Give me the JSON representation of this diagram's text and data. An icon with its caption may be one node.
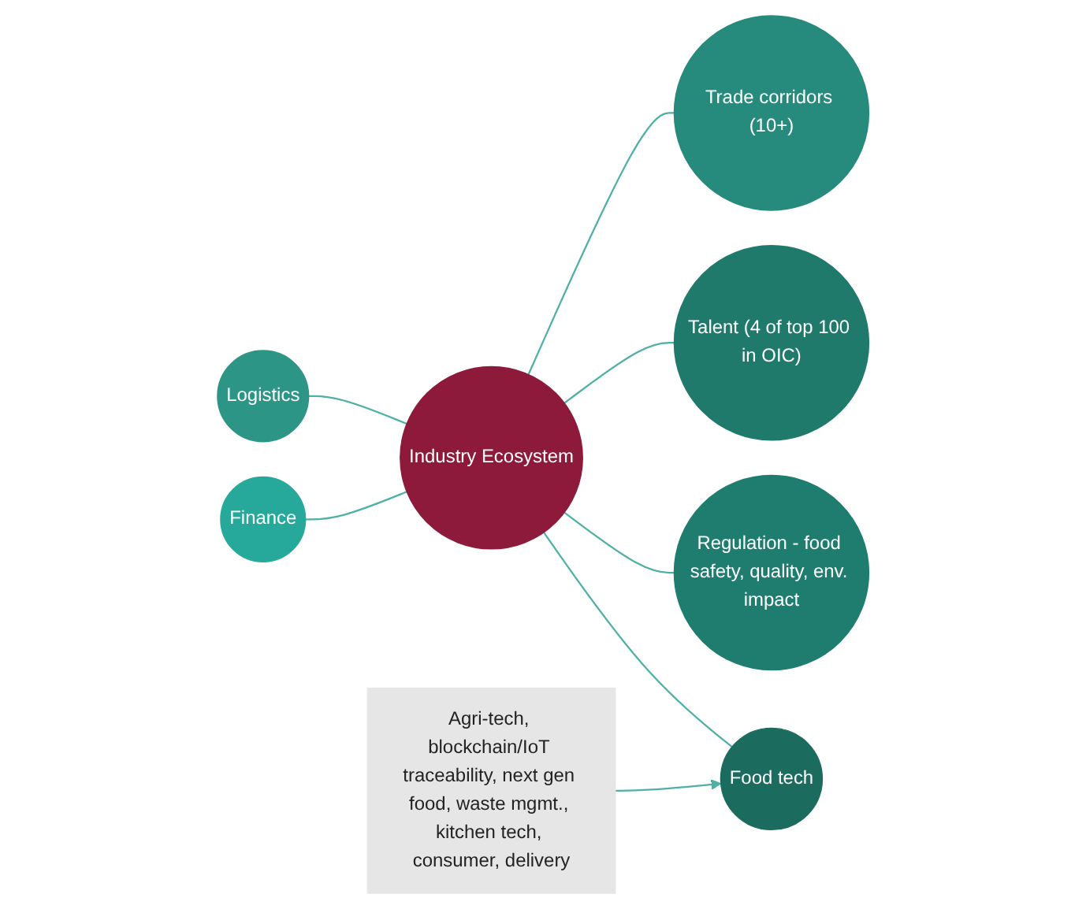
{
  "diagram": {
    "nodes": [
      {
        "text": [
          "Industry Ecosystem"
        ]
      },
      {
        "text": [
          "Food tech"
        ]
      },
      {
        "text": [
          "Agri-tech, blockchain/IoT traceability, next gen food, waste mgmt., kitchen tech, consumer, delivery"
        ]
      },
      {
        "text": [
          "Finance"
        ]
      },
      {
        "text": [
          "Regulation - food safety, quality, env. impact"
        ]
      },
      {
        "text": [
          "Logistics"
        ]
      },
      {
        "text": [
          "Talent (4 of top 100 in OIC)"
        ]
      },
      {
        "text": [
          "Trade corridors (10+)"
        ]
      }
    ],
    "edges": [
      {
        "from": 3,
        "to": 0,
        "arrow": "none"
      },
      {
        "from": 5,
        "to": 0,
        "arrow": "none"
      },
      {
        "from": 0,
        "to": 1,
        "arrow": "none"
      },
      {
        "from": 0,
        "to": 4,
        "arrow": "none"
      },
      {
        "from": 0,
        "to": 6,
        "arrow": "none"
      },
      {
        "from": 0,
        "to": 7,
        "arrow": "none"
      },
      {
        "from": 2,
        "to": 1,
        "arrow": "to"
      }
    ]
  }
}
